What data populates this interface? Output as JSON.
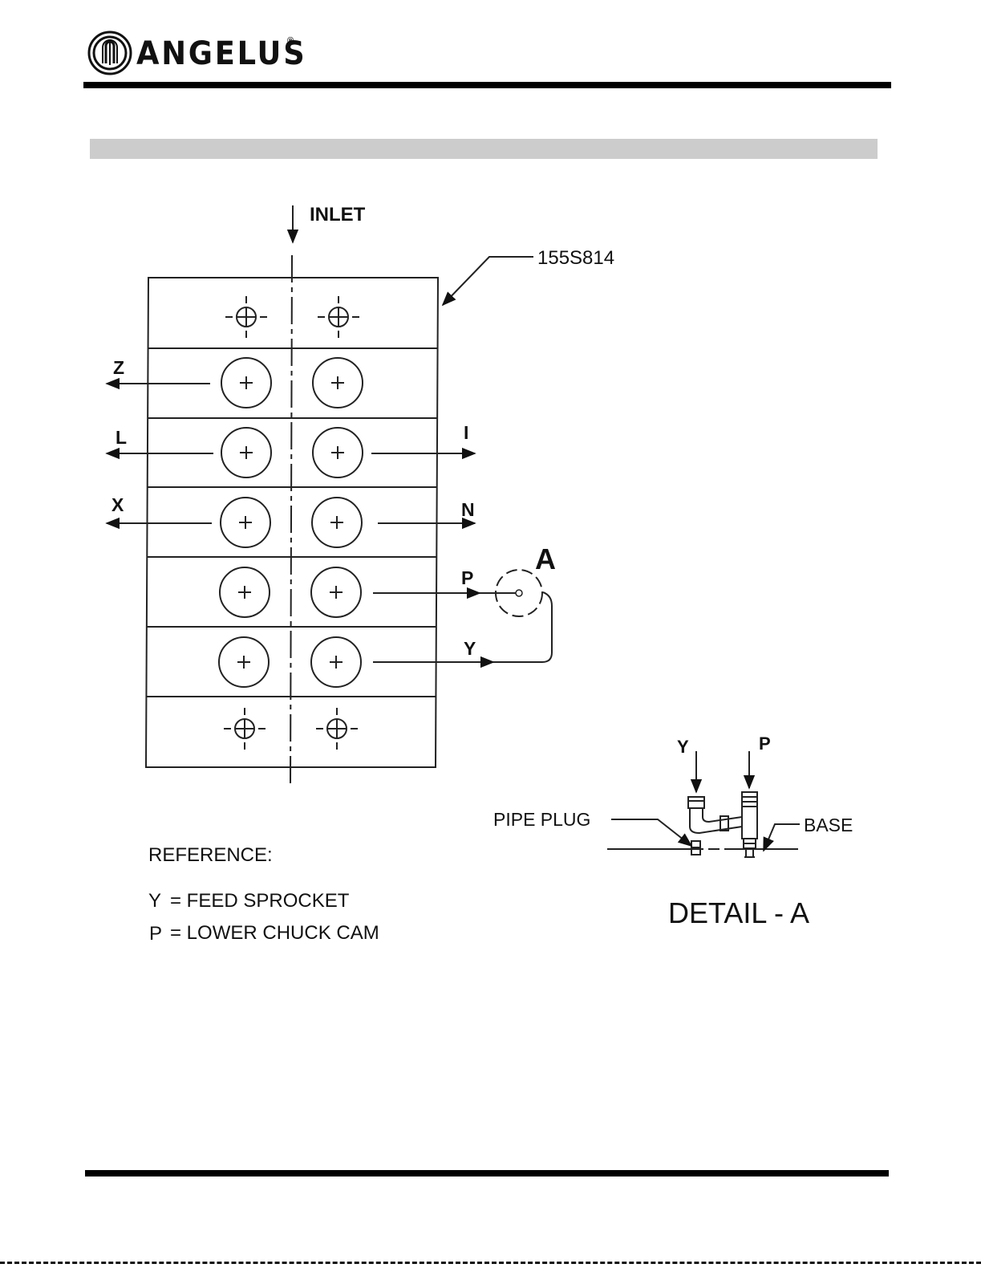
{
  "header": {
    "brand": "ANGELUS",
    "registered_mark": "®"
  },
  "drawing": {
    "inlet_label": "INLET",
    "part_number": "155S814",
    "outlet_labels": {
      "z": "Z",
      "l": "L",
      "i": "I",
      "x": "X",
      "n": "N",
      "p": "P",
      "y": "Y"
    },
    "detail_callout": "A"
  },
  "reference": {
    "heading": "REFERENCE:",
    "items": [
      {
        "key": "Y",
        "text": "= FEED SPROCKET"
      },
      {
        "key": "P",
        "text": "= LOWER CHUCK CAM"
      }
    ]
  },
  "detail": {
    "title": "DETAIL - A",
    "label_y": "Y",
    "label_p": "P",
    "pipe_plug": "PIPE PLUG",
    "base": "BASE"
  }
}
